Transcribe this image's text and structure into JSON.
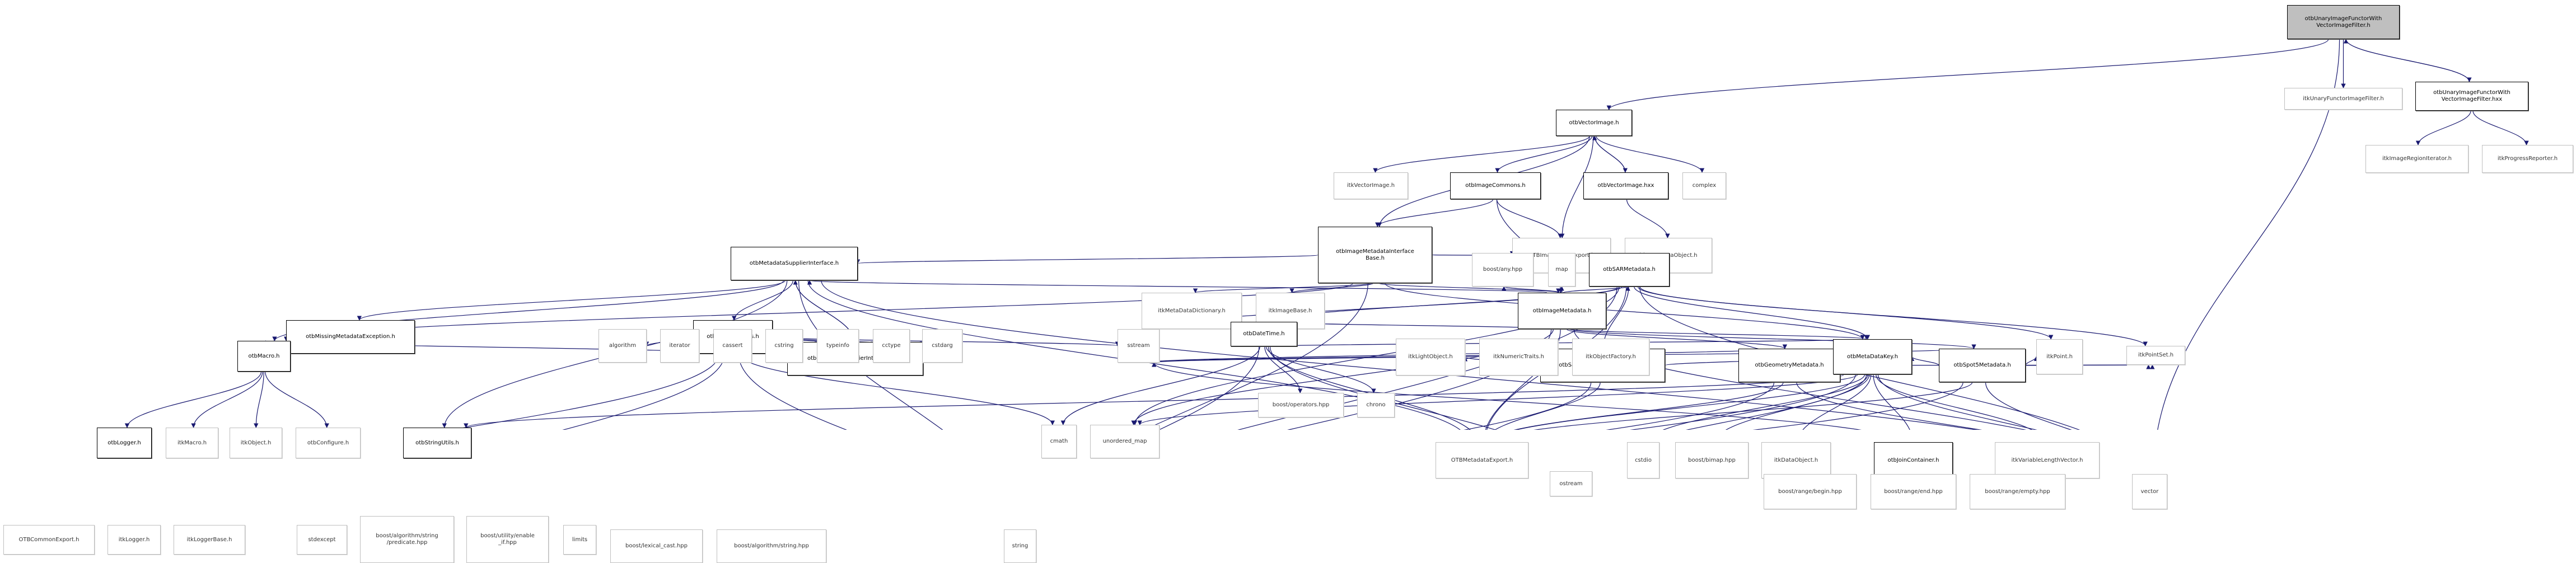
{
  "title": "otbUnaryImageFunctorWithVectorImageFilter.h include dependency graph",
  "colors": {
    "edge": "#191970",
    "local_border": "#000000",
    "external_border": "#bfbfbf",
    "root_fill": "#bfbfbf"
  },
  "nodes": {
    "root": {
      "label": "otbUnaryImageFunctorWith\nVectorImageFilter.h",
      "kind": "root"
    },
    "itkUnaryFunctorImageFilter": {
      "label": "itkUnaryFunctorImageFilter.h",
      "kind": "ext"
    },
    "unaryHxx": {
      "label": "otbUnaryImageFunctorWith\nVectorImageFilter.hxx",
      "kind": "local"
    },
    "itkImageRegionIterator": {
      "label": "itkImageRegionIterator.h",
      "kind": "ext"
    },
    "itkProgressReporter": {
      "label": "itkProgressReporter.h",
      "kind": "ext"
    },
    "otbVectorImage": {
      "label": "otbVectorImage.h",
      "kind": "local"
    },
    "itkVectorImage": {
      "label": "itkVectorImage.h",
      "kind": "ext"
    },
    "otbImageCommons": {
      "label": "otbImageCommons.h",
      "kind": "local"
    },
    "otbVectorImageHxx": {
      "label": "otbVectorImage.hxx",
      "kind": "local"
    },
    "complex": {
      "label": "complex",
      "kind": "ext"
    },
    "otbImageMetadataInterfaceBase": {
      "label": "otbImageMetadataInterface\nBase.h",
      "kind": "local"
    },
    "OTBImageBaseExport": {
      "label": "OTBImageBaseExport.h",
      "kind": "ext"
    },
    "itkMetaDataObject": {
      "label": "itkMetaDataObject.h",
      "kind": "ext"
    },
    "itkMetaDataDictionary": {
      "label": "itkMetaDataDictionary.h",
      "kind": "ext"
    },
    "itkImageBase": {
      "label": "itkImageBase.h",
      "kind": "ext"
    },
    "otbImageMetadata": {
      "label": "otbImageMetadata.h",
      "kind": "local"
    },
    "otbMetadataSupplierInterface": {
      "label": "otbMetadataSupplierInterface.h",
      "kind": "local"
    },
    "boostAny": {
      "label": "boost/any.hpp",
      "kind": "ext"
    },
    "map": {
      "label": "map",
      "kind": "ext"
    },
    "otbSARMetadata": {
      "label": "otbSARMetadata.h",
      "kind": "local"
    },
    "otbMissingMetadataException": {
      "label": "otbMissingMetadataException.h",
      "kind": "local"
    },
    "otbStringUtilities": {
      "label": "otbStringUtilities.h",
      "kind": "local"
    },
    "otbMetadataSupplierInterfaceHxx": {
      "label": "otbMetadataSupplierInterface.hxx",
      "kind": "local"
    },
    "otbSarCalibrationLookupData": {
      "label": "otbSarCalibrationLookupData.h",
      "kind": "local"
    },
    "otbGeometryMetadata": {
      "label": "otbGeometryMetadata.h",
      "kind": "local"
    },
    "otbSpot5Metadata": {
      "label": "otbSpot5Metadata.h",
      "kind": "local"
    },
    "otbMacro": {
      "label": "otbMacro.h",
      "kind": "local"
    },
    "algorithm": {
      "label": "algorithm",
      "kind": "ext"
    },
    "iterator": {
      "label": "iterator",
      "kind": "ext"
    },
    "cassert": {
      "label": "cassert",
      "kind": "ext"
    },
    "cstring": {
      "label": "cstring",
      "kind": "ext"
    },
    "typeinfo": {
      "label": "typeinfo",
      "kind": "ext"
    },
    "cctype": {
      "label": "cctype",
      "kind": "ext"
    },
    "cstdarg": {
      "label": "cstdarg",
      "kind": "ext"
    },
    "sstream": {
      "label": "sstream",
      "kind": "ext"
    },
    "otbDateTime": {
      "label": "otbDateTime.h",
      "kind": "local"
    },
    "itkLightObject": {
      "label": "itkLightObject.h",
      "kind": "ext"
    },
    "itkNumericTraits": {
      "label": "itkNumericTraits.h",
      "kind": "ext"
    },
    "itkObjectFactory": {
      "label": "itkObjectFactory.h",
      "kind": "ext"
    },
    "otbMetaDataKey": {
      "label": "otbMetaDataKey.h",
      "kind": "local"
    },
    "itkPoint": {
      "label": "itkPoint.h",
      "kind": "ext"
    },
    "itkPointSet": {
      "label": "itkPointSet.h",
      "kind": "ext"
    },
    "otbLogger": {
      "label": "otbLogger.h",
      "kind": "local"
    },
    "itkMacro": {
      "label": "itkMacro.h",
      "kind": "ext"
    },
    "itkObject": {
      "label": "itkObject.h",
      "kind": "ext"
    },
    "otbConfigure": {
      "label": "otbConfigure.h",
      "kind": "ext"
    },
    "otbStringUtils": {
      "label": "otbStringUtils.h",
      "kind": "local"
    },
    "cmath": {
      "label": "cmath",
      "kind": "ext"
    },
    "unorderedMap": {
      "label": "unordered_map",
      "kind": "ext"
    },
    "boostOperators": {
      "label": "boost/operators.hpp",
      "kind": "ext"
    },
    "chrono": {
      "label": "chrono",
      "kind": "ext"
    },
    "OTBMetadataExport": {
      "label": "OTBMetadataExport.h",
      "kind": "ext"
    },
    "cstdio": {
      "label": "cstdio",
      "kind": "ext"
    },
    "boostBimap": {
      "label": "boost/bimap.hpp",
      "kind": "ext"
    },
    "itkDataObject": {
      "label": "itkDataObject.h",
      "kind": "ext"
    },
    "otbJoinContainer": {
      "label": "otbJoinContainer.h",
      "kind": "local"
    },
    "itkVariableLengthVector": {
      "label": "itkVariableLengthVector.h",
      "kind": "ext"
    },
    "OTBCommonExport": {
      "label": "OTBCommonExport.h",
      "kind": "ext"
    },
    "itkLogger": {
      "label": "itkLogger.h",
      "kind": "ext"
    },
    "itkLoggerBase": {
      "label": "itkLoggerBase.h",
      "kind": "ext"
    },
    "stdexcept": {
      "label": "stdexcept",
      "kind": "ext"
    },
    "boostPredicate": {
      "label": "boost/algorithm/string\n/predicate.hpp",
      "kind": "ext"
    },
    "boostEnableIf": {
      "label": "boost/utility/enable\n_if.hpp",
      "kind": "ext"
    },
    "limits": {
      "label": "limits",
      "kind": "ext"
    },
    "boostLexicalCast": {
      "label": "boost/lexical_cast.hpp",
      "kind": "ext"
    },
    "boostAlgorithmString": {
      "label": "boost/algorithm/string.hpp",
      "kind": "ext"
    },
    "string": {
      "label": "string",
      "kind": "ext"
    },
    "ostream": {
      "label": "ostream",
      "kind": "ext"
    },
    "boostRangeBegin": {
      "label": "boost/range/begin.hpp",
      "kind": "ext"
    },
    "boostRangeEnd": {
      "label": "boost/range/end.hpp",
      "kind": "ext"
    },
    "boostRangeEmpty": {
      "label": "boost/range/empty.hpp",
      "kind": "ext"
    },
    "vector": {
      "label": "vector",
      "kind": "ext"
    }
  },
  "edges": [
    [
      "root",
      "otbVectorImage"
    ],
    [
      "root",
      "itkUnaryFunctorImageFilter"
    ],
    [
      "root",
      "unaryHxx"
    ],
    [
      "root",
      "vector"
    ],
    [
      "unaryHxx",
      "root"
    ],
    [
      "unaryHxx",
      "itkImageRegionIterator"
    ],
    [
      "unaryHxx",
      "itkProgressReporter"
    ],
    [
      "otbVectorImage",
      "itkVectorImage"
    ],
    [
      "otbVectorImage",
      "otbImageCommons"
    ],
    [
      "otbVectorImage",
      "otbVectorImageHxx"
    ],
    [
      "otbVectorImage",
      "complex"
    ],
    [
      "otbVectorImage",
      "OTBImageBaseExport"
    ],
    [
      "otbVectorImage",
      "otbImageMetadataInterfaceBase"
    ],
    [
      "otbVectorImageHxx",
      "otbVectorImage"
    ],
    [
      "otbVectorImageHxx",
      "itkMetaDataObject"
    ],
    [
      "otbImageCommons",
      "otbImageMetadataInterfaceBase"
    ],
    [
      "otbImageCommons",
      "OTBImageBaseExport"
    ],
    [
      "otbImageCommons",
      "otbImageMetadata"
    ],
    [
      "otbImageMetadataInterfaceBase",
      "itkMetaDataDictionary"
    ],
    [
      "otbImageMetadataInterfaceBase",
      "itkImageBase"
    ],
    [
      "otbImageMetadataInterfaceBase",
      "otbImageMetadata"
    ],
    [
      "otbImageMetadataInterfaceBase",
      "otbMacro"
    ],
    [
      "otbImageMetadataInterfaceBase",
      "string"
    ],
    [
      "otbImageMetadataInterfaceBase",
      "OTBImageBaseExport"
    ],
    [
      "otbImageMetadataInterfaceBase",
      "otbMetadataSupplierInterface"
    ],
    [
      "otbImageMetadataInterfaceBase",
      "otbMetaDataKey"
    ],
    [
      "otbImageMetadata",
      "boostAny"
    ],
    [
      "otbImageMetadata",
      "map"
    ],
    [
      "otbImageMetadata",
      "otbSARMetadata"
    ],
    [
      "otbImageMetadata",
      "otbGeometryMetadata"
    ],
    [
      "otbImageMetadata",
      "otbSpot5Metadata"
    ],
    [
      "otbImageMetadata",
      "otbMetaDataKey"
    ],
    [
      "otbImageMetadata",
      "OTBMetadataExport"
    ],
    [
      "otbImageMetadata",
      "string"
    ],
    [
      "otbImageMetadata",
      "vector"
    ],
    [
      "otbImageMetadata",
      "otbMetadataSupplierInterface"
    ],
    [
      "otbImageMetadata",
      "unorderedMap"
    ],
    [
      "otbImageMetadata",
      "otbDateTime"
    ],
    [
      "otbMetadataSupplierInterface",
      "otbMissingMetadataException"
    ],
    [
      "otbMetadataSupplierInterface",
      "otbStringUtilities"
    ],
    [
      "otbMetadataSupplierInterface",
      "otbMetadataSupplierInterfaceHxx"
    ],
    [
      "otbMetadataSupplierInterface",
      "otbMacro"
    ],
    [
      "otbMetadataSupplierInterface",
      "string"
    ],
    [
      "otbMetadataSupplierInterface",
      "OTBMetadataExport"
    ],
    [
      "otbMetadataSupplierInterface",
      "otbStringUtils"
    ],
    [
      "otbMetadataSupplierInterface",
      "vector"
    ],
    [
      "otbMetadataSupplierInterfaceHxx",
      "otbMetadataSupplierInterface"
    ],
    [
      "otbMissingMetadataException",
      "otbMacro"
    ],
    [
      "otbStringUtilities",
      "algorithm"
    ],
    [
      "otbStringUtilities",
      "iterator"
    ],
    [
      "otbStringUtilities",
      "cassert"
    ],
    [
      "otbStringUtilities",
      "cstring"
    ],
    [
      "otbStringUtilities",
      "typeinfo"
    ],
    [
      "otbStringUtilities",
      "cctype"
    ],
    [
      "otbStringUtilities",
      "cstdarg"
    ],
    [
      "otbStringUtilities",
      "sstream"
    ],
    [
      "otbStringUtilities",
      "string"
    ],
    [
      "otbStringUtilities",
      "otbMacro"
    ],
    [
      "otbStringUtilities",
      "stdexcept"
    ],
    [
      "otbStringUtilities",
      "cmath"
    ],
    [
      "otbStringUtilities",
      "OTBCommonExport"
    ],
    [
      "otbSARMetadata",
      "otbSarCalibrationLookupData"
    ],
    [
      "otbSARMetadata",
      "otbDateTime"
    ],
    [
      "otbSARMetadata",
      "otbMetaDataKey"
    ],
    [
      "otbSARMetadata",
      "OTBMetadataExport"
    ],
    [
      "otbSARMetadata",
      "string"
    ],
    [
      "otbSARMetadata",
      "vector"
    ],
    [
      "otbSARMetadata",
      "sstream"
    ],
    [
      "otbSARMetadata",
      "itkPoint"
    ],
    [
      "otbSARMetadata",
      "itkPointSet"
    ],
    [
      "otbSARMetadata",
      "unorderedMap"
    ],
    [
      "otbSARMetadata",
      "boostAny"
    ],
    [
      "otbSarCalibrationLookupData",
      "itkLightObject"
    ],
    [
      "otbSarCalibrationLookupData",
      "itkNumericTraits"
    ],
    [
      "otbSarCalibrationLookupData",
      "itkObjectFactory"
    ],
    [
      "otbSarCalibrationLookupData",
      "OTBMetadataExport"
    ],
    [
      "otbSarCalibrationLookupData",
      "sstream"
    ],
    [
      "otbSarCalibrationLookupData",
      "otbMetaDataKey"
    ],
    [
      "otbSarCalibrationLookupData",
      "string"
    ],
    [
      "otbGeometryMetadata",
      "otbMetaDataKey"
    ],
    [
      "otbGeometryMetadata",
      "OTBMetadataExport"
    ],
    [
      "otbGeometryMetadata",
      "string"
    ],
    [
      "otbGeometryMetadata",
      "vector"
    ],
    [
      "otbGeometryMetadata",
      "sstream"
    ],
    [
      "otbGeometryMetadata",
      "itkPointSet"
    ],
    [
      "otbSpot5Metadata",
      "otbMetaDataKey"
    ],
    [
      "otbSpot5Metadata",
      "itkPoint"
    ],
    [
      "otbSpot5Metadata",
      "itkPointSet"
    ],
    [
      "otbSpot5Metadata",
      "OTBMetadataExport"
    ],
    [
      "otbSpot5Metadata",
      "string"
    ],
    [
      "otbSpot5Metadata",
      "vector"
    ],
    [
      "otbSpot5Metadata",
      "sstream"
    ],
    [
      "otbMacro",
      "otbLogger"
    ],
    [
      "otbMacro",
      "itkMacro"
    ],
    [
      "otbMacro",
      "itkObject"
    ],
    [
      "otbMacro",
      "otbConfigure"
    ],
    [
      "otbLogger",
      "OTBCommonExport"
    ],
    [
      "otbLogger",
      "itkLogger"
    ],
    [
      "otbLogger",
      "itkLoggerBase"
    ],
    [
      "otbLogger",
      "string"
    ],
    [
      "otbStringUtils",
      "stdexcept"
    ],
    [
      "otbStringUtils",
      "boostPredicate"
    ],
    [
      "otbStringUtils",
      "boostEnableIf"
    ],
    [
      "otbStringUtils",
      "limits"
    ],
    [
      "otbStringUtils",
      "boostLexicalCast"
    ],
    [
      "otbStringUtils",
      "boostAlgorithmString"
    ],
    [
      "otbStringUtils",
      "string"
    ],
    [
      "otbStringUtils",
      "vector"
    ],
    [
      "otbDateTime",
      "boostOperators"
    ],
    [
      "otbDateTime",
      "chrono"
    ],
    [
      "otbDateTime",
      "OTBMetadataExport"
    ],
    [
      "otbDateTime",
      "ostream"
    ],
    [
      "otbDateTime",
      "string"
    ],
    [
      "otbDateTime",
      "cmath"
    ],
    [
      "otbMetaDataKey",
      "OTBMetadataExport"
    ],
    [
      "otbMetaDataKey",
      "cstdio"
    ],
    [
      "otbMetaDataKey",
      "boostBimap"
    ],
    [
      "otbMetaDataKey",
      "itkDataObject"
    ],
    [
      "otbMetaDataKey",
      "otbJoinContainer"
    ],
    [
      "otbMetaDataKey",
      "itkVariableLengthVector"
    ],
    [
      "otbMetaDataKey",
      "string"
    ],
    [
      "otbMetaDataKey",
      "vector"
    ],
    [
      "otbMetaDataKey",
      "ostream"
    ],
    [
      "otbMetaDataKey",
      "otbStringUtils"
    ],
    [
      "otbMetaDataKey",
      "otbDateTime"
    ],
    [
      "otbMetaDataKey",
      "unorderedMap"
    ],
    [
      "otbJoinContainer",
      "boostRangeBegin"
    ],
    [
      "otbJoinContainer",
      "boostRangeEnd"
    ],
    [
      "otbJoinContainer",
      "boostRangeEmpty"
    ],
    [
      "otbJoinContainer",
      "string"
    ],
    [
      "otbJoinContainer",
      "sstream"
    ]
  ]
}
